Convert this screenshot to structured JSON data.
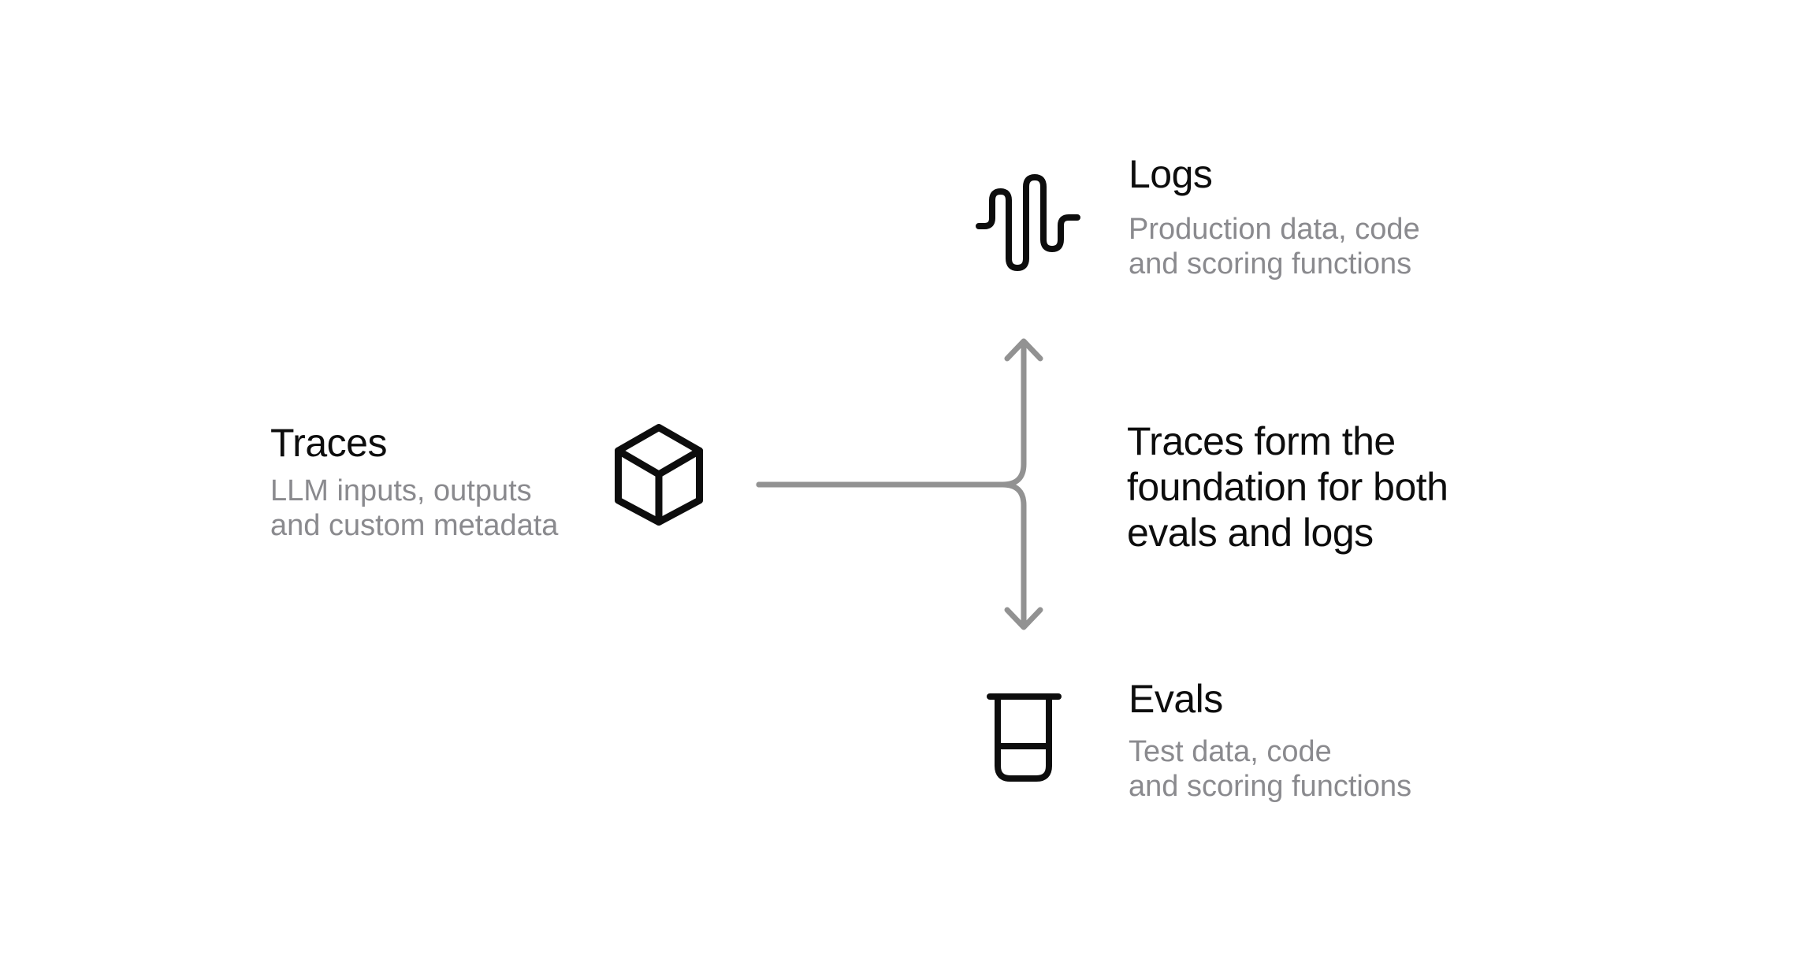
{
  "diagram": {
    "traces": {
      "title": "Traces",
      "subtitle": [
        "LLM inputs, outputs",
        "and custom metadata"
      ],
      "icon": "cube-icon"
    },
    "logs": {
      "title": "Logs",
      "subtitle": [
        "Production data, code",
        "and scoring functions"
      ],
      "icon": "waveform-icon"
    },
    "evals": {
      "title": "Evals",
      "subtitle": [
        "Test data, code",
        "and scoring functions"
      ],
      "icon": "beaker-icon"
    },
    "annotation": [
      "Traces form the",
      "foundation for both",
      "evals and logs"
    ]
  },
  "colors": {
    "background": "#ffffff",
    "title": "#0d0d0d",
    "subtitle": "#8a8a8e",
    "icon": "#0d0d0d",
    "connector": "#929292"
  }
}
